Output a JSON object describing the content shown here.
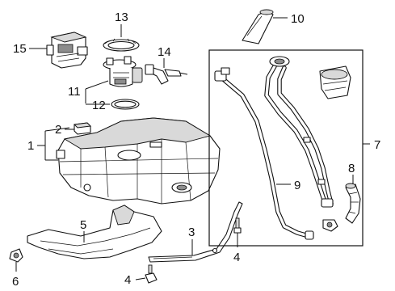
{
  "callouts": {
    "c1": "1",
    "c2": "2",
    "c3": "3",
    "c4a": "4",
    "c4b": "4",
    "c5": "5",
    "c6": "6",
    "c7": "7",
    "c8": "8",
    "c9": "9",
    "c10": "10",
    "c11": "11",
    "c12": "12",
    "c13": "13",
    "c14": "14",
    "c15": "15"
  },
  "colors": {
    "line": "#111111",
    "shade": "#d9d9d9",
    "dark": "#8c8c8c",
    "background": "#ffffff"
  }
}
